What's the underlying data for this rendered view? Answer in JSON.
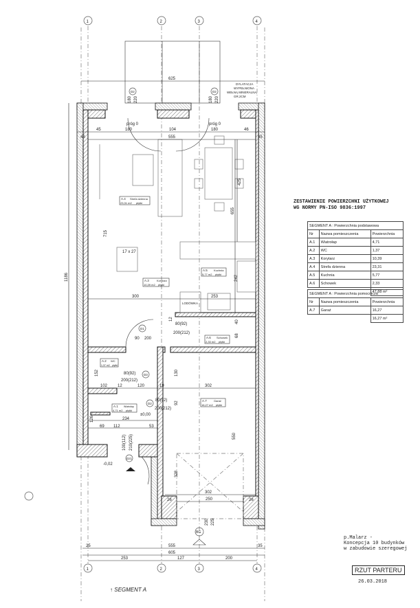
{
  "axes": [
    "1",
    "2",
    "3",
    "4"
  ],
  "summary": {
    "title_line1": "ZESTAWIENIE POWIERZCHNI UŻYTKOWEJ",
    "title_line2": "WG NORMY PN-ISO 9836:1997",
    "table1": {
      "caption": "SEGMENT A : Powierzchnia podstawowa",
      "headers": [
        "Nr",
        "Nazwa pomieszczenia",
        "Powierzchnia"
      ],
      "rows": [
        [
          "A.1",
          "Wiatrołap",
          "4,71"
        ],
        [
          "A.2",
          "WC",
          "1,37"
        ],
        [
          "A.3",
          "Korytarz",
          "10,39"
        ],
        [
          "A.4",
          "Strefa dzienna",
          "23,31"
        ],
        [
          "A.5",
          "Kuchnia",
          "5,77"
        ],
        [
          "A.6",
          "Schowek",
          "2,33"
        ]
      ],
      "total": "47,88 m²"
    },
    "table2": {
      "caption": "SEGMENT A : Powierzchnia pomocnicza",
      "headers": [
        "Nr",
        "Nazwa pomieszczenia",
        "Powierzchnia"
      ],
      "rows": [
        [
          "A.7",
          "Garaż",
          "16,27"
        ]
      ],
      "total": "16,27 m²"
    }
  },
  "project": {
    "line1": "p.Malarz -",
    "line2": "Koncepcja 10 budynków",
    "line3": "w zabudowie szeregowej",
    "sheet": "RZUT PARTERU",
    "date": "26.03.2018",
    "segment": "SEGMENT  A"
  },
  "rooms": [
    {
      "nr": "A.4",
      "name": "Strefa dzienna",
      "area": "23,31 m2",
      "floor": "płytki"
    },
    {
      "nr": "A.3",
      "name": "Korytarz",
      "area": "10,39 m2",
      "floor": "płytki"
    },
    {
      "nr": "A.5",
      "name": "Kuchnia",
      "area": "5,77 m2",
      "floor": "płytki"
    },
    {
      "nr": "A.6",
      "name": "Schowek",
      "area": "2,33 m2",
      "floor": "płytki"
    },
    {
      "nr": "A.2",
      "name": "WC",
      "area": "1,37 m2",
      "floor": "płytki"
    },
    {
      "nr": "A.1",
      "name": "Wiatrołap",
      "area": "4,71 m2",
      "floor": "płytki"
    },
    {
      "nr": "A.7",
      "name": "Garaż",
      "area": "16,27 m2",
      "floor": "płytki"
    }
  ],
  "notes": {
    "dilatation": [
      "DYLATACJA",
      "WYPEŁNIONA",
      "WEŁNĄ MINERALNĄ",
      "GR.2CM"
    ],
    "prog1": "próg 0",
    "prog2": "próg 0",
    "fridge": "LODÓWKA",
    "stairs": "17 x 27",
    "level0": "±0,00",
    "level1": "-0,02"
  },
  "doors": {
    "d2a": "D2",
    "d2b": "D2",
    "d1": "D1",
    "d3": "D3",
    "d2c": "D2",
    "dz1": "Dz1",
    "bg": "BG",
    "d1_w": "80(92)",
    "d1_h": "200(212)",
    "d3_w": "80(92)",
    "d3_h": "200(212)",
    "d2_w": "80(92)",
    "d2_h": "200(212)",
    "d1b_w": "90",
    "d1b_h": "200",
    "dz_w": "100(112)",
    "dz_h": "210(225)"
  },
  "dims": {
    "top": "625",
    "d45": "45",
    "d180a": "180",
    "d104": "104",
    "d180b": "180",
    "d46": "46",
    "d555a": "555",
    "d48": "48",
    "d35a": "35",
    "h180a": "180",
    "h220a": "220",
    "h180b": "180",
    "h220b": "220",
    "d425": "425",
    "d655": "655",
    "d715": "715",
    "d300": "300",
    "d242": "242",
    "d253": "253",
    "d1186": "1186",
    "d302a": "302",
    "d130": "130",
    "d92": "92",
    "d550": "550",
    "d102": "102",
    "d12": "12",
    "d120": "120",
    "d19": "19",
    "d152": "152",
    "d234": "234",
    "d69": "69",
    "d112": "112",
    "d53": "53",
    "d126": "126",
    "d328": "328",
    "d302b": "302",
    "d250": "250",
    "d26a": "26",
    "d26b": "26",
    "h230": "230",
    "h225": "225",
    "b25": "25",
    "b555": "555",
    "b35": "35",
    "b605": "605",
    "b253": "253",
    "b127": "127",
    "b200": "200",
    "d12b": "12",
    "d40": "40",
    "d68": "68"
  }
}
